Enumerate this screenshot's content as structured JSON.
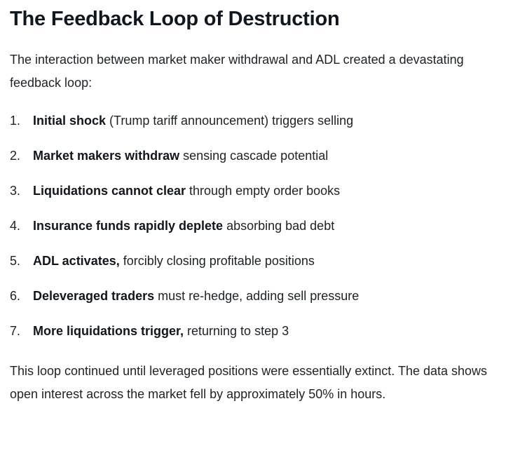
{
  "article": {
    "title": "The Feedback Loop of Destruction",
    "intro_paragraph": "The interaction between market maker withdrawal and ADL created a devastating feedback loop:",
    "steps": [
      {
        "number": "1.",
        "lead": "Initial shock",
        "rest": " (Trump tariff announcement) triggers selling"
      },
      {
        "number": "2.",
        "lead": "Market makers withdraw",
        "rest": " sensing cascade potential"
      },
      {
        "number": "3.",
        "lead": "Liquidations cannot clear",
        "rest": " through empty order books"
      },
      {
        "number": "4.",
        "lead": "Insurance funds rapidly deplete",
        "rest": " absorbing bad debt"
      },
      {
        "number": "5.",
        "lead": "ADL activates,",
        "rest": " forcibly closing profitable positions"
      },
      {
        "number": "6.",
        "lead": "Deleveraged traders",
        "rest": " must re-hedge, adding sell pressure"
      },
      {
        "number": "7.",
        "lead": "More liquidations trigger,",
        "rest": " returning to step 3"
      }
    ],
    "closing_paragraph": "This loop continued until leveraged positions were essentially extinct. The data shows open interest across the market fell by approximately 50% in hours."
  },
  "colors": {
    "background": "#ffffff",
    "heading_text": "#0f1720",
    "body_text": "#1d2226",
    "bold_text": "#10161c"
  }
}
